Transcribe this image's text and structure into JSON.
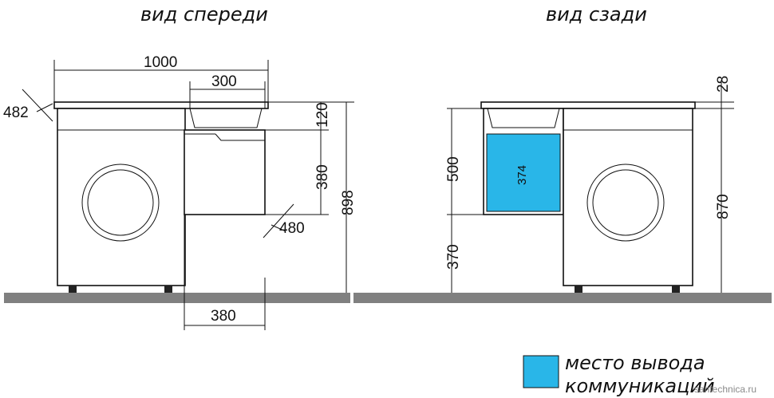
{
  "titles": {
    "front": "вид спереди",
    "back": "вид сзади"
  },
  "front_dims": {
    "width": "1000",
    "depth": "482",
    "sink_width": "300",
    "top_height": "120",
    "drawer_height": "380",
    "drawer_depth": "480",
    "total_height": "898",
    "leg_gap": "380"
  },
  "back_dims": {
    "top_thickness": "28",
    "outlet_height": "500",
    "outlet_width": "374",
    "outlet_offset": "370",
    "machine_height": "870"
  },
  "legend": {
    "line1": "место вывода",
    "line2": "коммуникаций",
    "swatch_color": "#29b6e8"
  },
  "watermark": "santechnica.ru",
  "colors": {
    "floor": "#808080",
    "outlet": "#29b6e8"
  }
}
